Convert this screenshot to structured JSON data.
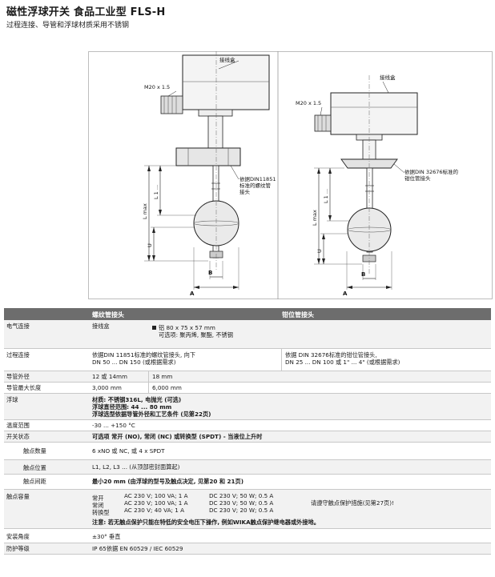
{
  "header": {
    "title": "磁性浮球开关 食品工业型 FLS-H",
    "subtitle": "过程连接、导管和浮球材质采用不锈钢"
  },
  "drawing": {
    "left": {
      "terminal_box": "接线盒",
      "thread": "M20 x 1.5",
      "connection_note": [
        "依据DIN11851",
        "标准的螺纹管",
        "接头"
      ],
      "dim_l1": "L 1 ...",
      "dim_lmax": "L max",
      "dim_u": "U",
      "dim_b": "B",
      "dim_a": "A"
    },
    "right": {
      "terminal_box": "接线盒",
      "thread": "M20 x 1.5",
      "connection_note": [
        "依据DIN 32676标准的",
        "钳位管接头"
      ],
      "dim_l1": "L 1 ...",
      "dim_lmax": "L max",
      "dim_u": "U",
      "dim_b": "B",
      "dim_a": "A"
    }
  },
  "table": {
    "col_headers": [
      "螺纹管接头",
      "钳位管接头"
    ],
    "rows": {
      "electrical": {
        "label": "电气连接",
        "v1": "接线盒",
        "v2": "铝 80 x 75 x 57 mm",
        "v3": "可选项: 聚丙烯, 聚酯, 不锈钢"
      },
      "process": {
        "label": "过程连接",
        "a1": "依据DIN 11851标准的螺纹管接头, 向下",
        "a2": "DN 50 ... DN 150 (或根据需求)",
        "b1": "依据 DIN 32676标准的钳位管接头,",
        "b2": "DN 25 ... DN 100 或 1\" ... 4\" (或根据需求)"
      },
      "tube_od": {
        "label": "导管外径",
        "a": "12 或 14mm",
        "b": "18 mm"
      },
      "tube_len": {
        "label": "导管最大长度",
        "a": "3,000 mm",
        "b": "6,000 mm"
      },
      "float": {
        "label": "浮球",
        "l1": "材质: 不锈钢316L, 电抛光 (可选)",
        "l2": "浮球直径范围: 44 ... 80 mm",
        "l3": "浮球选型依据导管外径和工艺条件 (见第22页)"
      },
      "temp": {
        "label": "温度范围",
        "v": "-30 ... +150 °C"
      },
      "switch": {
        "label": "开关状态",
        "v": "可选项 常开 (NO), 常闭 (NC) 或转换型 (SPDT) - 当液位上升时"
      },
      "contact_qty": {
        "label": "触点数量",
        "v": "6 xNO 或 NC, 或 4 x SPDT"
      },
      "contact_pos": {
        "label": "触点位置",
        "v": "L1, L2, L3 ... (从顶部密封面算起)"
      },
      "contact_gap": {
        "label": "触点间距",
        "v": "最小20 mm (由浮球的型号及触点决定, 见第20 和 21页)"
      },
      "capacity": {
        "label": "触点容量",
        "types": [
          "常开",
          "常闭",
          "转换型"
        ],
        "ac": [
          "AC 230 V; 100 VA; 1 A",
          "AC 230 V; 100 VA; 1 A",
          "AC 230 V; 40 VA; 1 A"
        ],
        "dc": [
          "DC 230 V; 50 W; 0.5 A",
          "DC 230 V; 50 W; 0.5 A",
          "DC 230 V; 20 W; 0.5 A"
        ],
        "note_right": "请遵守触点保护措施(见第27页)!",
        "note": "注意: 若无触点保护只能在特低的安全电压下操作, 例如WIKA触点保护继电器或外接地。"
      },
      "angle": {
        "label": "安装角度",
        "v": "±30° 垂直"
      },
      "protection": {
        "label": "防护等级",
        "v": "IP 65依据 EN 60529 / IEC 60529"
      }
    }
  }
}
